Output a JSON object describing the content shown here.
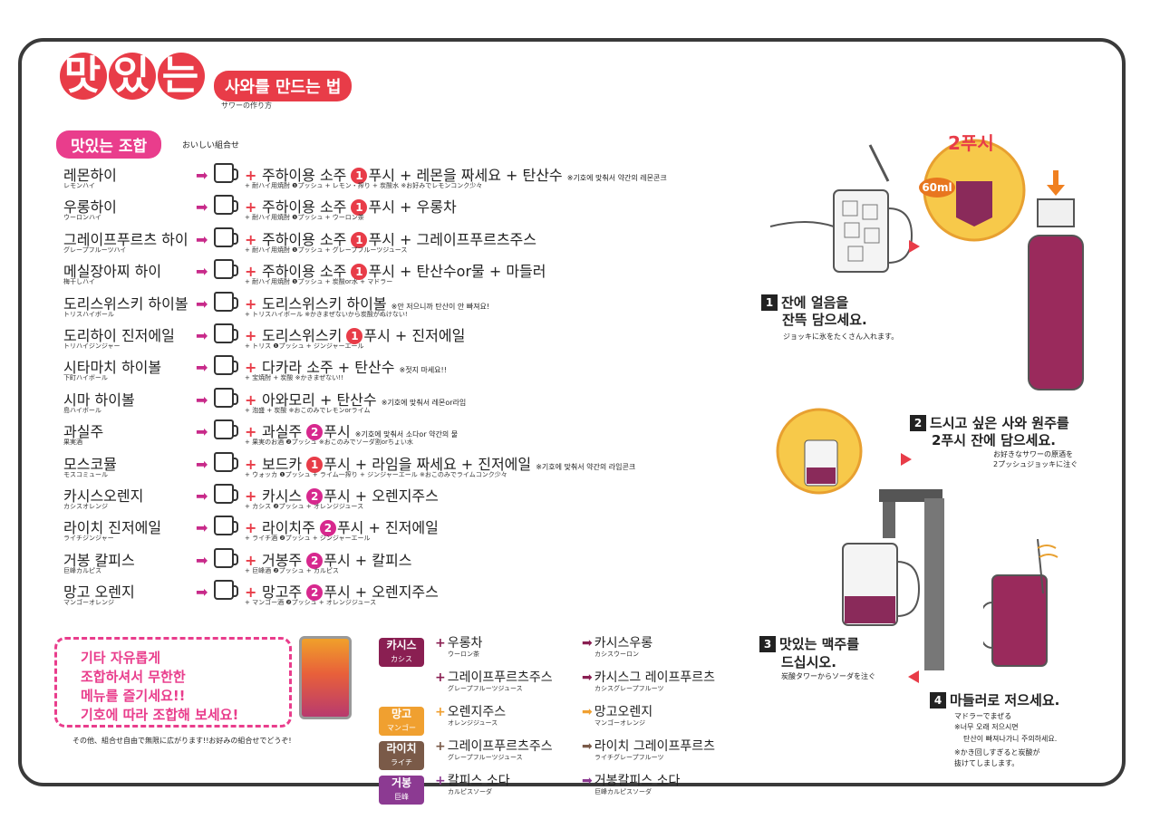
{
  "header": {
    "title_chars": [
      "맛",
      "있",
      "는"
    ],
    "subtitle": "사와를 만드는 법",
    "subtitle_jp": "サワーの作り方"
  },
  "section": {
    "label": "맛있는 조합",
    "label_jp": "おいしい組合せ"
  },
  "recipes": [
    {
      "name": "레몬하이",
      "jp": "レモンハイ",
      "line": "주하이용 소주 ",
      "push": "1",
      "after": "푸시 + 레몬을 짜세요 + 탄산수 ",
      "note": "※기호에 맞춰서 약간의 레몬콘크",
      "sub": "+ 耐ハイ用焼酎                ❶プッシュ + レモン・搾り + 炭酸水",
      "sub_note": "※お好みでレモンコンク少々"
    },
    {
      "name": "우롱하이",
      "jp": "ウーロンハイ",
      "line": "주하이용 소주 ",
      "push": "1",
      "after": "푸시 + 우롱차",
      "note": "",
      "sub": "+ 耐ハイ用焼酎                ❶プッシュ + ウーロン茶",
      "sub_note": ""
    },
    {
      "name": "그레이프푸르츠 하이",
      "jp": "グレープフルーツハイ",
      "line": "주하이용 소주 ",
      "push": "1",
      "after": "푸시 + 그레이프푸르츠주스",
      "note": "",
      "sub": "+ 耐ハイ用焼酎                ❶プッシュ + グレープフルーツジュース",
      "sub_note": ""
    },
    {
      "name": "메실장아찌 하이",
      "jp": "梅干しハイ",
      "line": "주하이용 소주 ",
      "push": "1",
      "after": "푸시 + 탄산수or물 + 마들러",
      "note": "",
      "sub": "+ 耐ハイ用焼酎                ❶プッシュ + 炭酸or水 + マドラー",
      "sub_note": ""
    },
    {
      "name": "도리스위스키 하이볼",
      "jp": "トリスハイボール",
      "line": "도리스위스키 하이볼 ",
      "push": "",
      "after": "",
      "note": "※안 저으니까 탄산이 안 빠져요!",
      "sub": "+     トリスハイボール",
      "sub_note": "※かきまぜないから炭酸がぬけない!"
    },
    {
      "name": "도리하이 진저에일",
      "jp": "トリハイジンジャー",
      "line": "도리스위스키 ",
      "push": "1",
      "after": "푸시 + 진저에일",
      "note": "",
      "sub": "+ トリス                     ❶プッシュ + ジンジャーエール",
      "sub_note": ""
    },
    {
      "name": "시타마치 하이볼",
      "jp": "下町ハイボール",
      "line": "다카라 소주 + 탄산수 ",
      "push": "",
      "after": "",
      "note": "※젓지 마세요!!",
      "sub": "+ 宝焼酎 + 炭酸",
      "sub_note": "※かきまぜない!!"
    },
    {
      "name": "시마 하이볼",
      "jp": "島ハイボール",
      "line": "아와모리 + 탄산수 ",
      "push": "",
      "after": "",
      "note": "※기호에 맞춰서 레몬or라임",
      "sub": "+ 泡盛 +   炭酸",
      "sub_note": "※おこのみでレモンorライム"
    },
    {
      "name": "과실주",
      "jp": "果実酒",
      "line": "과실주 ",
      "push": "2",
      "after": "푸시 ",
      "note": "※기호에 맞춰서 소다or 약간의 물",
      "sub": "+ 果実のお酒           ❷プッシュ",
      "sub_note": "※おこのみでソーダ割orちょい水"
    },
    {
      "name": "모스코뮬",
      "jp": "モスコミュール",
      "line": "보드카 ",
      "push": "1",
      "after": "푸시 + 라임을 짜세요 + 진저에일 ",
      "note": "※기호에 맞춰서 약간의 라임콘크",
      "sub": "+ ウォッカ            ❶プッシュ + ライム一搾り + ジンジャーエール",
      "sub_note": "※おこのみでライムコンク少々"
    },
    {
      "name": "카시스오렌지",
      "jp": "カシスオレンジ",
      "line": "카시스 ",
      "push": "2",
      "after": "푸시 + 오렌지주스",
      "note": "",
      "sub": "+ カシス             ❷プッシュ + オレンジジュース",
      "sub_note": ""
    },
    {
      "name": "라이치 진저에일",
      "jp": "ライチジンジャー",
      "line": "라이치주 ",
      "push": "2",
      "after": "푸시 + 진저에일",
      "note": "",
      "sub": "+ ライチ酒            ❷プッシュ + ジンジャーエール",
      "sub_note": ""
    },
    {
      "name": "거봉 칼피스",
      "jp": "巨峰カルピス",
      "line": "거봉주 ",
      "push": "2",
      "after": "푸시 + 칼피스",
      "note": "",
      "sub": "+ 巨峰酒             ❷プッシュ + カルピス",
      "sub_note": ""
    },
    {
      "name": "망고 오렌지",
      "jp": "マンゴーオレンジ",
      "line": "망고주 ",
      "push": "2",
      "after": "푸시 + 오렌지주스",
      "note": "",
      "sub": "+ マンゴー酒          ❷プッシュ + オレンジジュース",
      "sub_note": ""
    }
  ],
  "free": {
    "lines": [
      "기타 자유롭게",
      "조합하셔서 무한한",
      "메뉴를 즐기세요!!",
      "기호에 따라 조합해 보세요!"
    ],
    "note": "その他、組合せ自由で無限に広がります!!お好みの組合せでどうぞ!"
  },
  "mix": [
    {
      "tag": "카시스",
      "tag_jp": "カシス",
      "color": "#8a1f52",
      "items": [
        {
          "l": "우롱차",
          "l_jp": "ウーロン茶",
          "r": "카시스우롱",
          "r_jp": "カシスウーロン"
        },
        {
          "l": "그레이프푸르츠주스",
          "l_jp": "グレープフルーツジュース",
          "r": "카시스그 레이프푸르츠",
          "r_jp": "カシスグレープフルーツ"
        }
      ]
    },
    {
      "tag": "망고",
      "tag_jp": "マンゴー",
      "color": "#f0a030",
      "items": [
        {
          "l": "오렌지주스",
          "l_jp": "オレンジジュース",
          "r": "망고오렌지",
          "r_jp": "マンゴーオレンジ"
        }
      ]
    },
    {
      "tag": "라이치",
      "tag_jp": "ライチ",
      "color": "#7a5a48",
      "items": [
        {
          "l": "그레이프푸르츠주스",
          "l_jp": "グレープフルーツジュース",
          "r": "라이치 그레이프푸르츠",
          "r_jp": "ライチグレープフルーツ"
        }
      ]
    },
    {
      "tag": "거봉",
      "tag_jp": "巨峰",
      "color": "#8c3a92",
      "items": [
        {
          "l": "칼피스 소다",
          "l_jp": "カルピスソーダ",
          "r": "거봉칼피스 소다",
          "r_jp": "巨峰カルピスソーダ"
        }
      ]
    }
  ],
  "steps": {
    "s1": {
      "num": "1",
      "title1": "잔에 얼음을",
      "title2": "잔뜩 담으세요.",
      "note": "ジョッキに氷をたくさん入れます。"
    },
    "s2": {
      "num": "2",
      "title1": "드시고 싶은 사와 원주를",
      "title2": "2푸시 잔에 담으세요.",
      "note1": "お好きなサワーの原酒を",
      "note2": "2プッシュジョッキに注ぐ"
    },
    "s3": {
      "num": "3",
      "title1": "맛있는 맥주를",
      "title2": "드십시오.",
      "note": "炭酸タワーからソーダを注ぐ"
    },
    "s4": {
      "num": "4",
      "title": "마들러로 저으세요.",
      "note1": "マドラーでまぜる",
      "note2": "※너무 오래 저으시면",
      "note3": "탄산이 빠져나가니 주의하세요.",
      "note4": "※かき回しすぎると炭酸が",
      "note5": "抜けてしまします。"
    },
    "push_callout": "2푸시",
    "ml_label": "60ml"
  },
  "colors": {
    "accent": "#e83c48",
    "pink": "#e93d8c",
    "magenta": "#c82a8a"
  }
}
